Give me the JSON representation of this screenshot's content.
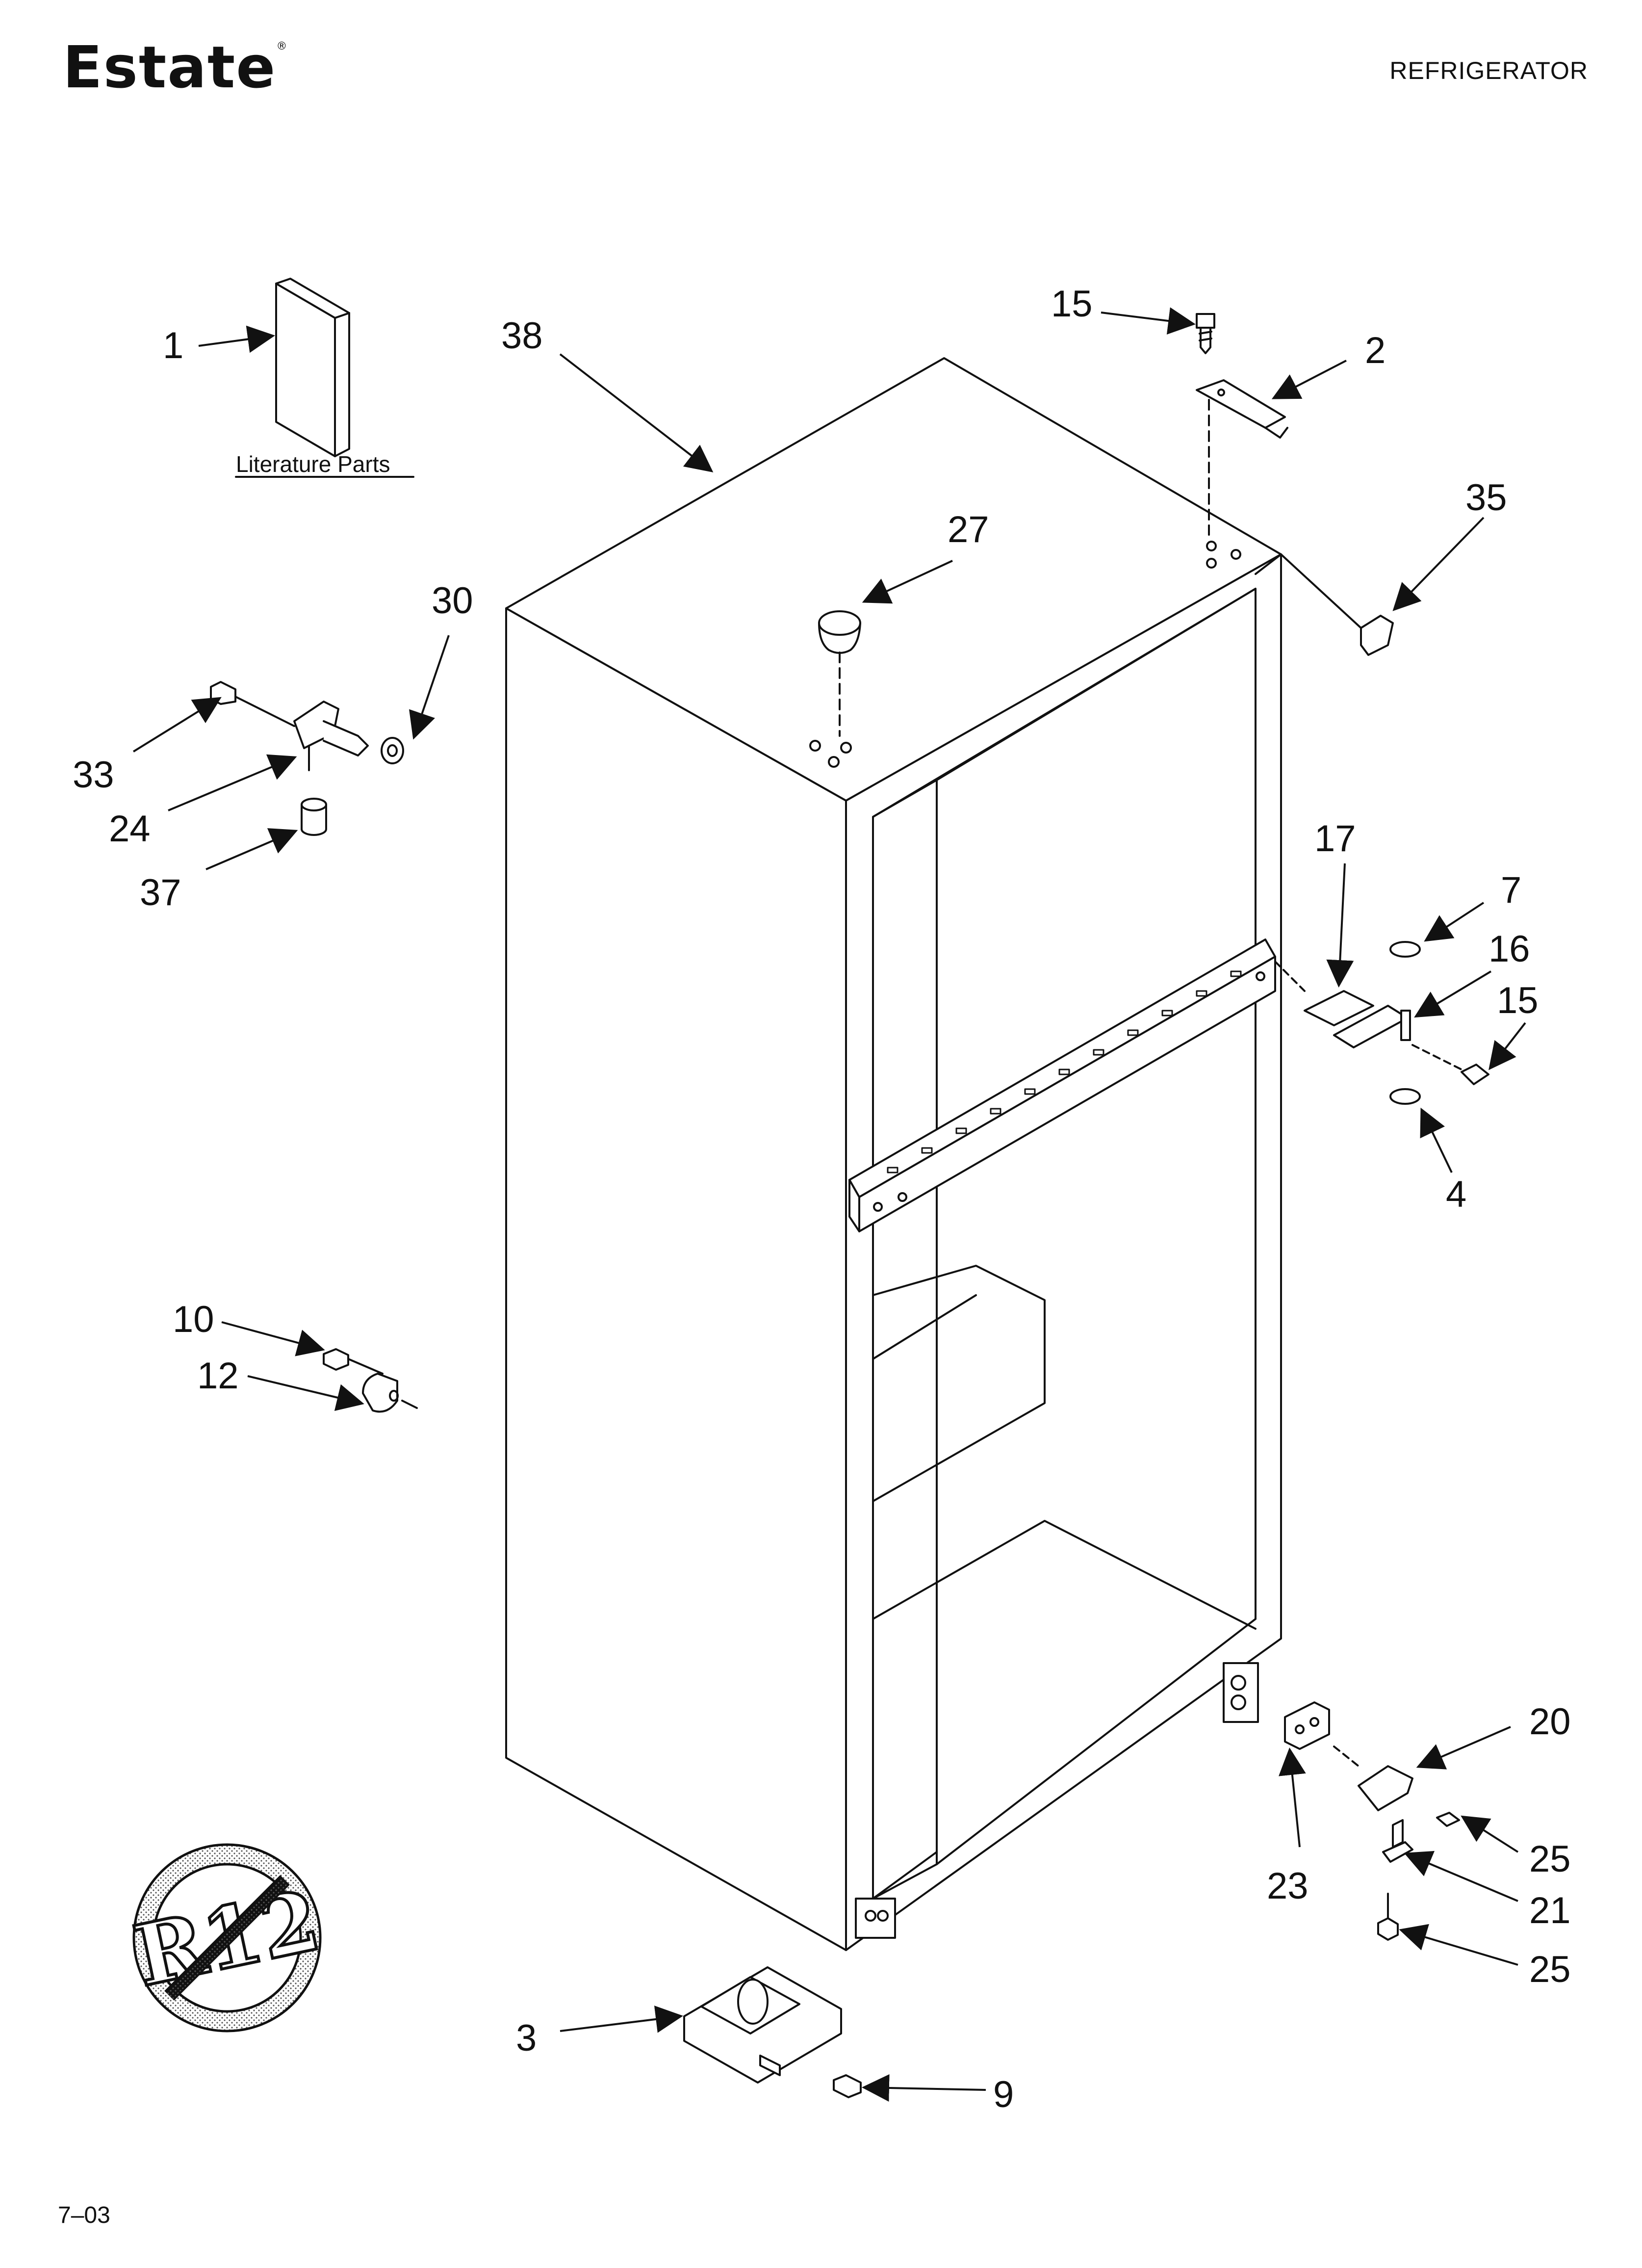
{
  "header": {
    "brand": "Estate",
    "brand_mark": "®",
    "title": "REFRIGERATOR"
  },
  "diagram": {
    "literature_label": "Literature Parts",
    "r12_mark": "R12",
    "callouts": [
      "1",
      "38",
      "15",
      "2",
      "35",
      "27",
      "30",
      "33",
      "24",
      "37",
      "17",
      "7",
      "16",
      "15",
      "4",
      "10",
      "12",
      "20",
      "25",
      "23",
      "21",
      "25",
      "3",
      "9"
    ]
  },
  "footer": {
    "code": "7–03"
  }
}
